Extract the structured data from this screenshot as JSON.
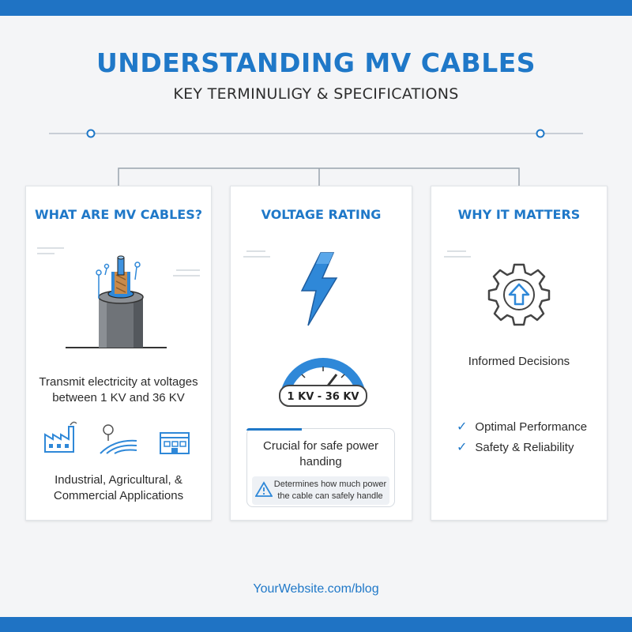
{
  "header": {
    "title": "UNDERSTANDING MV CABLES",
    "subtitle": "KEY TERMINULIGY & SPECIFICATIONS"
  },
  "cards": [
    {
      "heading": "WHAT ARE MV CABLES?",
      "description": "Transmit electricity at voltages between 1 KV and 36 KV",
      "applications": "Industrial, Agricultural, & Commercial Applications",
      "icons": [
        "cable-cross-section-icon",
        "factory-icon",
        "farm-field-icon",
        "commercial-building-icon"
      ]
    },
    {
      "heading": "VOLTAGE RATING",
      "gauge_label": "1 KV - 36 KV",
      "callout_text": "Crucial for safe power handing",
      "note_text": "Determines how much power the cable can safely handle",
      "icons": [
        "lightning-bolt-icon",
        "gauge-icon",
        "warning-icon"
      ]
    },
    {
      "heading": "WHY IT MATTERS",
      "tagline": "Informed Decisions",
      "checklist": [
        "Optimal Performance",
        "Safety & Reliability"
      ],
      "icons": [
        "gear-upgrade-icon",
        "check-icon"
      ]
    }
  ],
  "footer": {
    "link": "YourWebsite.com/blog"
  },
  "colors": {
    "accent": "#1f78c8",
    "bar": "#1f73c4",
    "background": "#f4f5f7"
  }
}
